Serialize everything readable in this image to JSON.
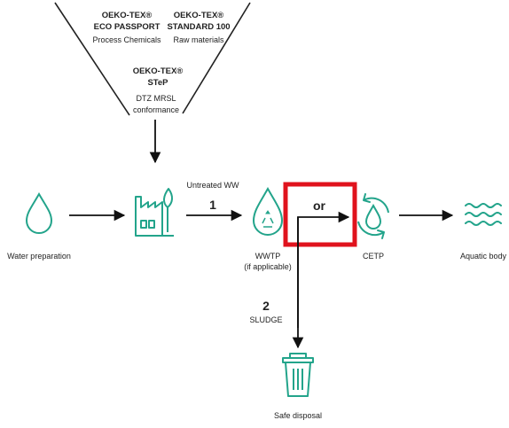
{
  "funnel": {
    "ecopassport": {
      "brand": "OEKO-TEX®",
      "name": "ECO PASSPORT",
      "desc": "Process Chemicals"
    },
    "standard100": {
      "brand": "OEKO-TEX®",
      "name": "STANDARD 100",
      "desc": "Raw materials"
    },
    "step": {
      "brand": "OEKO-TEX®",
      "name": "STeP",
      "desc1": "DTZ MRSL",
      "desc2": "conformance"
    }
  },
  "nodes": {
    "water_preparation": "Water preparation",
    "wwtp": "WWTP",
    "wwtp_note": "(if applicable)",
    "cetp": "CETP",
    "aquatic_body": "Aquatic body",
    "safe_disposal": "Safe disposal"
  },
  "edges": {
    "untreated_label": "Untreated WW",
    "path1_number": "1",
    "or_label": "or",
    "path2_number": "2",
    "sludge_label": "SLUDGE"
  },
  "colors": {
    "icon": "#23a48b",
    "highlight": "#e0131d",
    "arrow": "#111111"
  },
  "icons": {
    "water_preparation": "water-drop-icon",
    "factory": "factory-icon",
    "wwtp": "recycle-drop-icon",
    "cetp": "cycle-drop-icon",
    "aquatic_body": "waves-icon",
    "safe_disposal": "trash-bin-icon"
  }
}
